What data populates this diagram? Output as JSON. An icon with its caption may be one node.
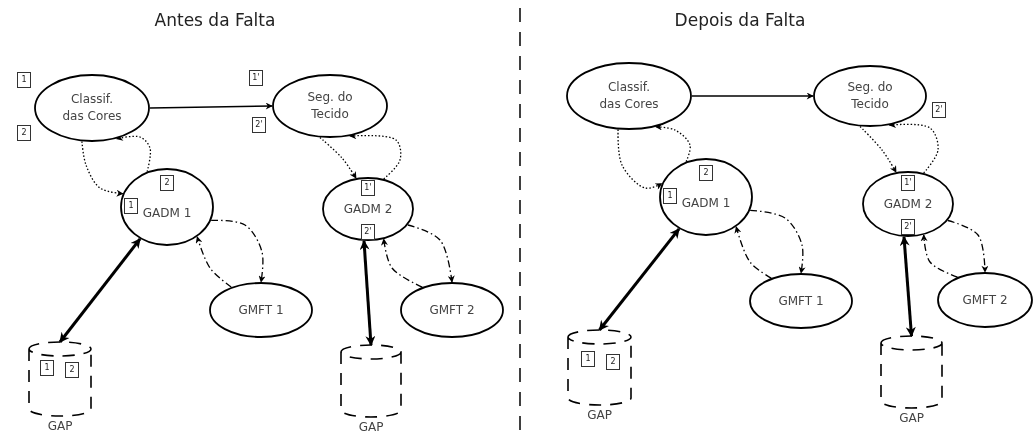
{
  "diagram": {
    "nodes": [
      {
        "text": [
          "Classif. das Cores"
        ]
      },
      {
        "text": [
          "1"
        ]
      },
      {
        "text": [
          "2"
        ]
      },
      {
        "text": [
          "1'"
        ]
      },
      {
        "text": [
          "Seg. do Tecido"
        ]
      },
      {
        "text": [
          "2'"
        ]
      },
      {
        "text": [
          "GADM 1"
        ]
      },
      {
        "text": [
          "2"
        ],
        "in": 6
      },
      {
        "text": [
          "1"
        ],
        "in": 6
      },
      {
        "text": [
          "GADM 2"
        ]
      },
      {
        "text": [
          "1'"
        ],
        "in": 9
      },
      {
        "text": [
          "2'"
        ],
        "in": 9
      },
      {
        "text": [
          "GMFT 1"
        ]
      },
      {
        "text": [
          "GMFT 2"
        ]
      },
      {
        "text": [
          "GAP"
        ]
      },
      {
        "text": [
          "1"
        ],
        "in": 14
      },
      {
        "text": [
          "2"
        ],
        "in": 14
      },
      {
        "text": [
          "GAP"
        ]
      },
      {
        "text": [
          "Classif. das Cores"
        ]
      },
      {
        "text": [
          "Seg. do Tecido"
        ]
      },
      {
        "text": [
          "2'"
        ]
      },
      {
        "text": [
          "GADM 1"
        ]
      },
      {
        "text": [
          "2"
        ],
        "in": 21
      },
      {
        "text": [
          "1"
        ],
        "in": 21
      },
      {
        "text": [
          "GADM 2"
        ]
      },
      {
        "text": [
          "1'"
        ],
        "in": 24
      },
      {
        "text": [
          "2'"
        ],
        "in": 24
      },
      {
        "text": [
          "GMFT 1"
        ]
      },
      {
        "text": [
          "GMFT 2"
        ]
      },
      {
        "text": [
          "GAP"
        ]
      },
      {
        "text": [
          "1"
        ],
        "in": 29
      },
      {
        "text": [
          "2"
        ],
        "in": 29
      },
      {
        "text": [
          "GAP"
        ]
      }
    ],
    "edges": [
      {
        "from": 0,
        "to": 4,
        "arrow": "to"
      },
      {
        "from": 0,
        "to": 6,
        "arrow": "to",
        "style": "dashed"
      },
      {
        "from": 6,
        "to": 0,
        "arrow": "to",
        "style": "dashed"
      },
      {
        "from": 9,
        "to": 4,
        "arrow": "to",
        "style": "dashed"
      },
      {
        "from": 4,
        "to": 9,
        "arrow": "to",
        "style": "dashed"
      },
      {
        "from": 6,
        "to": 12,
        "arrow": "to",
        "style": "dashed"
      },
      {
        "from": 12,
        "to": 6,
        "arrow": "to",
        "style": "dashed"
      },
      {
        "from": 9,
        "to": 13,
        "arrow": "to",
        "style": "dashed"
      },
      {
        "from": 13,
        "to": 9,
        "arrow": "to",
        "style": "dashed"
      },
      {
        "from": 6,
        "to": 14,
        "arrow": "both",
        "style": "thick"
      },
      {
        "from": 9,
        "to": 17,
        "arrow": "both",
        "style": "thick"
      },
      {
        "from": 18,
        "to": 19,
        "arrow": "to"
      },
      {
        "from": 18,
        "to": 21,
        "arrow": "to",
        "style": "dashed"
      },
      {
        "from": 21,
        "to": 18,
        "arrow": "to",
        "style": "dashed"
      },
      {
        "from": 24,
        "to": 19,
        "arrow": "to",
        "style": "dashed"
      },
      {
        "from": 19,
        "to": 24,
        "arrow": "to",
        "style": "dashed"
      },
      {
        "from": 21,
        "to": 27,
        "arrow": "to",
        "style": "dashed"
      },
      {
        "from": 27,
        "to": 21,
        "arrow": "to",
        "style": "dashed"
      },
      {
        "from": 24,
        "to": 28,
        "arrow": "to",
        "style": "dashed"
      },
      {
        "from": 28,
        "to": 24,
        "arrow": "to",
        "style": "dashed"
      },
      {
        "from": 21,
        "to": 29,
        "arrow": "both",
        "style": "thick"
      },
      {
        "from": 24,
        "to": 32,
        "arrow": "both",
        "style": "thick"
      }
    ],
    "labels": [
      "Antes da Falta",
      "Depois da Falta"
    ]
  }
}
